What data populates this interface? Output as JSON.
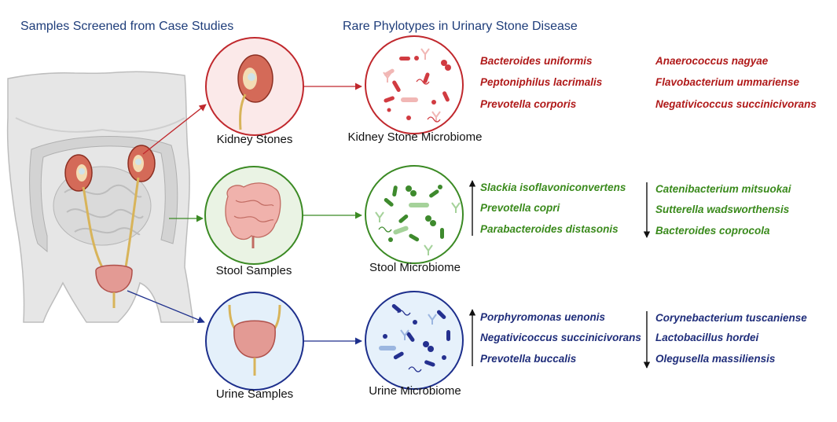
{
  "headers": {
    "left": "Samples Screened from Case Studies",
    "right": "Rare Phylotypes in Urinary Stone Disease"
  },
  "samples": {
    "kidney": "Kidney Stones",
    "stool": "Stool Samples",
    "urine": "Urine Samples"
  },
  "microbiomes": {
    "kidney": "Kidney Stone Microbiome",
    "stool": "Stool Microbiome",
    "urine": "Urine Microbiome"
  },
  "kidney_taxa": {
    "col1": [
      "Bacteroides uniformis",
      "Peptoniphilus lacrimalis",
      "Prevotella corporis"
    ],
    "col2": [
      "Anaerococcus nagyae",
      "Flavobacterium ummariense",
      "Negativicoccus succinicivorans"
    ]
  },
  "stool_taxa": {
    "up": [
      "Slackia isoflavoniconvertens",
      "Prevotella copri",
      "Parabacteroides distasonis"
    ],
    "down": [
      "Catenibacterium mitsuokai",
      "Sutterella wadsworthensis",
      "Bacteroides coprocola"
    ]
  },
  "urine_taxa": {
    "up": [
      "Porphyromonas uenonis",
      "Negativicoccus succinicivorans",
      "Prevotella buccalis"
    ],
    "down": [
      "Corynebacterium tuscaniense",
      "Lactobacillus hordei",
      "Olegusella massiliensis"
    ]
  },
  "colors": {
    "kidney": "#c0282d",
    "stool": "#3b8a24",
    "urine": "#1d2f8c",
    "text_header": "#1e3d7a"
  }
}
